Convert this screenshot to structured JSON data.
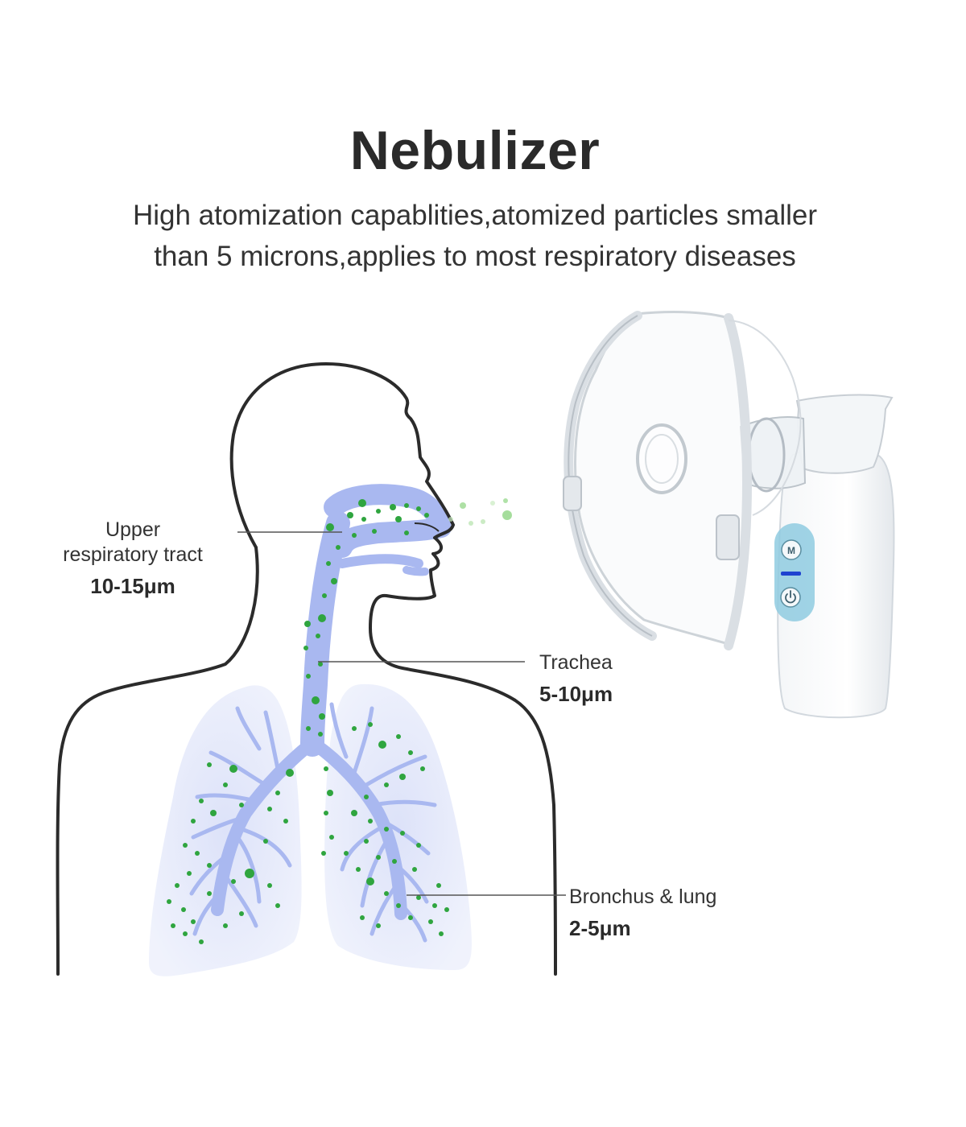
{
  "header": {
    "title": "Nebulizer",
    "subtitle_line1": "High atomization capablities,atomized particles smaller",
    "subtitle_line2": "than 5 microns,applies to most respiratory diseases"
  },
  "labels": {
    "upper": {
      "name_line1": "Upper",
      "name_line2": "respiratory tract",
      "size": "10-15μm"
    },
    "trachea": {
      "name": "Trachea",
      "size": "5-10μm"
    },
    "bronchus": {
      "name": "Bronchus & lung",
      "size": "2-5μm"
    }
  },
  "device": {
    "mode_button_label": "M",
    "mode_button_icon": "m-letter-icon",
    "power_button_icon": "power-icon"
  },
  "colors": {
    "airway": "#aebcf2",
    "particles": "#2fa53f",
    "outline": "#2b2b2b",
    "device_accent": "#8fcbe0"
  }
}
